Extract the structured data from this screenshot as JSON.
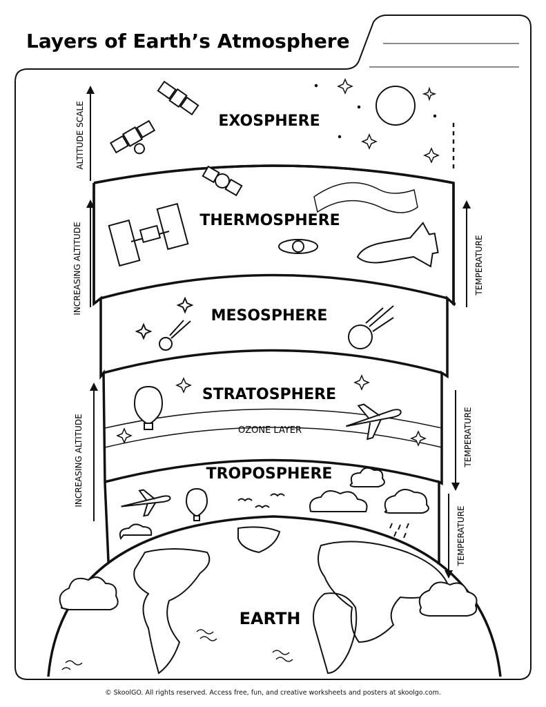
{
  "title": "Layers of Earth’s Atmosphere",
  "layers": {
    "exosphere": "EXOSPHERE",
    "thermosphere": "THERMOSPHERE",
    "mesosphere": "MESOSPHERE",
    "stratosphere": "STRATOSPHERE",
    "ozone": "OZONE LAYER",
    "troposphere": "TROPOSPHERE",
    "earth": "EARTH"
  },
  "left_labels": {
    "altitude_scale": "ALTITUDE SCALE",
    "increasing_altitude_top": "INCREASING ALTITUDE",
    "increasing_altitude_bottom": "INCREASING ALTITUDE"
  },
  "right_labels": {
    "temperature_1": "TEMPERATURE",
    "temperature_2": "TEMPERATURE",
    "temperature_3": "TEMPERATURE"
  },
  "footer": "© SkoolGO. All rights reserved. Access free, fun, and creative worksheets and posters at skoolgo.com.",
  "colors": {
    "ink": "#111111",
    "paper": "#ffffff"
  }
}
